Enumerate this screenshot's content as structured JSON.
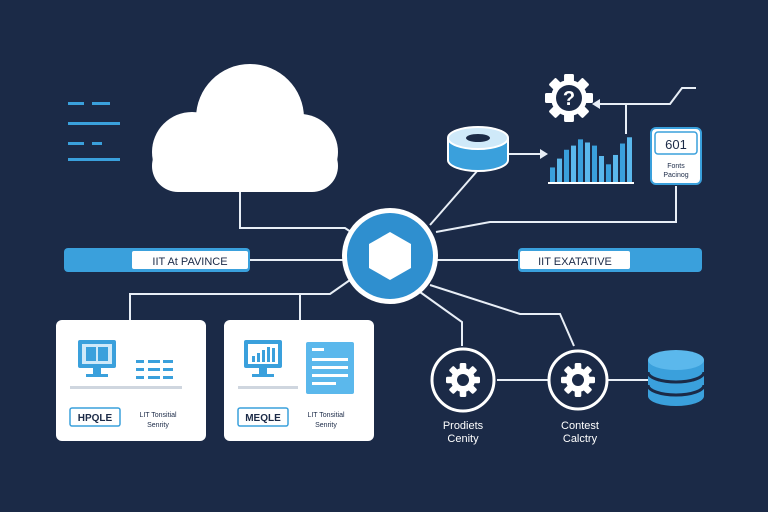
{
  "colors": {
    "background": "#1b2a47",
    "accent_blue": "#3aa0dc",
    "light_blue": "#5bb8ec",
    "pale_blue": "#cfe9f9",
    "white": "#ffffff",
    "line": "#e8eef6",
    "dark_text": "#1b2a47"
  },
  "banners": {
    "left": "IIT At PAVINCE",
    "right": "IIT EXATATIVE"
  },
  "data_panel": {
    "value": "601",
    "caption_line1": "Fonts",
    "caption_line2": "Pacinog"
  },
  "help_gear": {
    "symbol": "?",
    "icon": "gear-question-icon"
  },
  "cards": [
    {
      "icon": "monitor-icon",
      "tag": "HPQLE",
      "caption_line1": "LIT Tonsitial",
      "caption_line2": "Senrity"
    },
    {
      "icon": "monitor-chart-icon",
      "tag": "MEQLE",
      "caption_line1": "LIT Tonsitial",
      "caption_line2": "Senrity"
    }
  ],
  "gears": [
    {
      "icon": "gear-icon",
      "label_line1": "Prodiets",
      "label_line2": "Cenity"
    },
    {
      "icon": "gear-icon",
      "label_line1": "Contest",
      "label_line2": "Calctry"
    }
  ],
  "icons": {
    "cloud": "cloud-icon",
    "hub": "hexagon-hub-icon",
    "disk": "storage-disk-icon",
    "bars": "bar-chart-icon",
    "database": "database-icon",
    "menu": "text-lines-icon"
  },
  "bar_chart": {
    "values": [
      0.28,
      0.45,
      0.62,
      0.7,
      0.82,
      0.76,
      0.7,
      0.5,
      0.34,
      0.52,
      0.74,
      0.86
    ]
  }
}
